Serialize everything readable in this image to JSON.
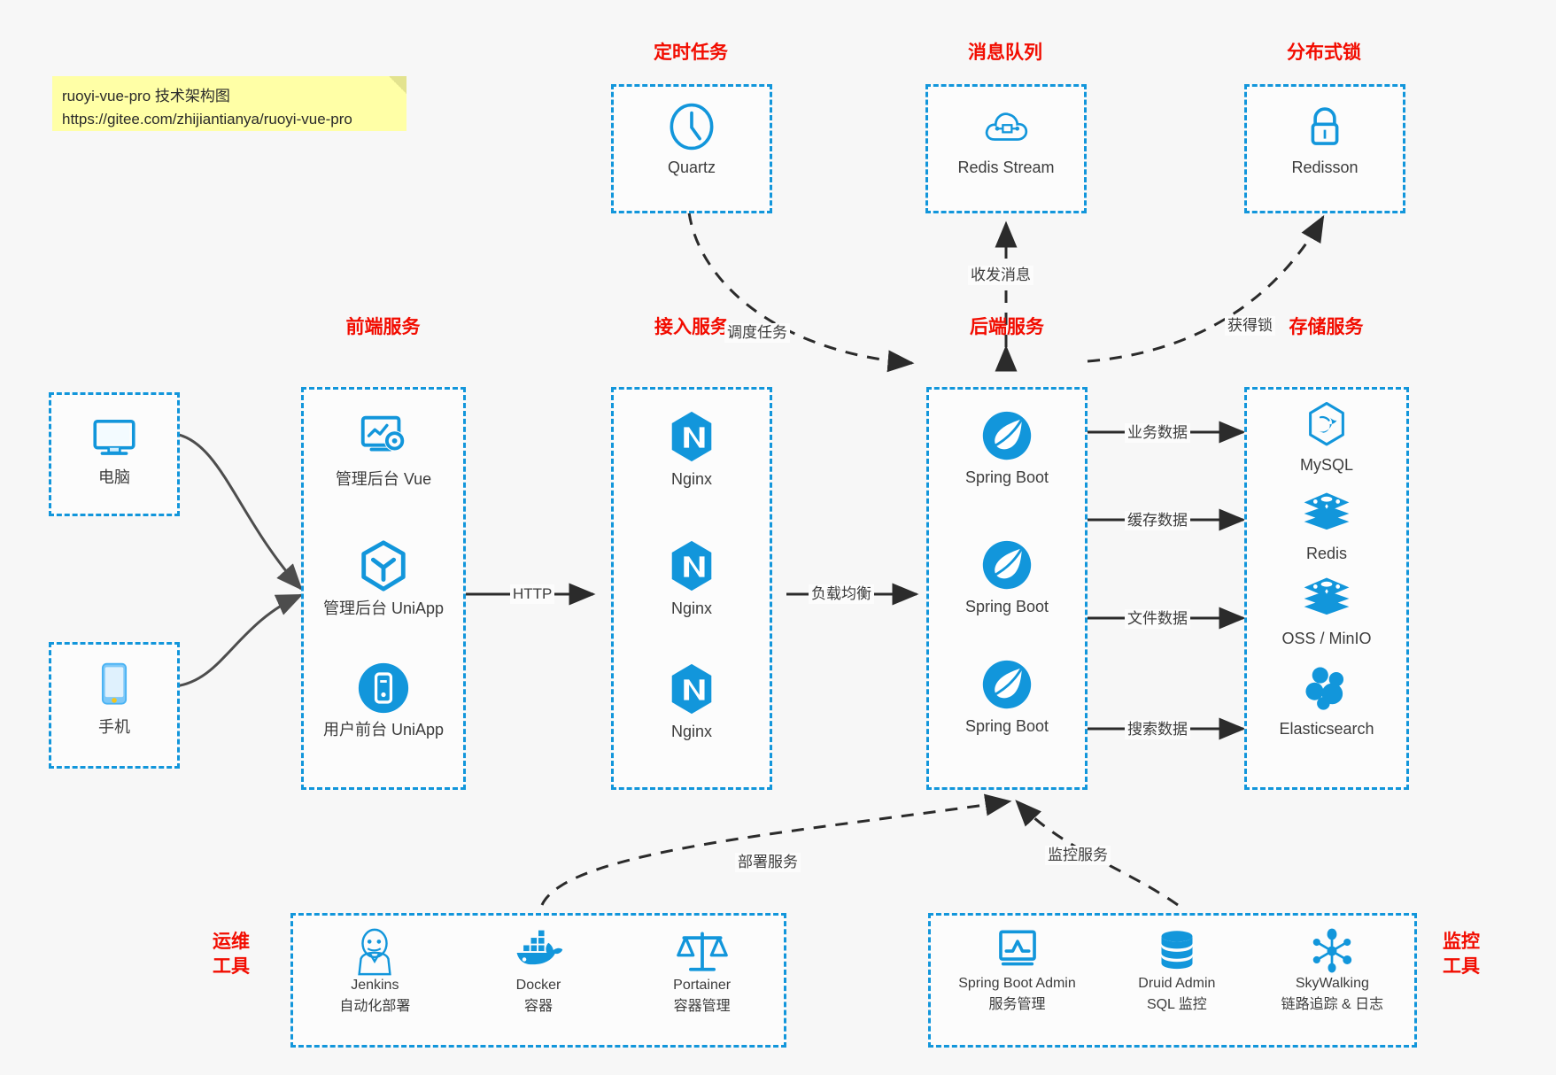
{
  "note": {
    "line1": "ruoyi-vue-pro 技术架构图",
    "line2": "https://gitee.com/zhijiantianya/ruoyi-vue-pro"
  },
  "colors": {
    "accent": "#1296db",
    "title": "#f20c00",
    "text": "#3c3c3c",
    "background": "#f7f7f7",
    "note_bg": "#ffffa6",
    "edge": "#2b2b2b"
  },
  "groups": {
    "scheduled_task": {
      "title": "定时任务",
      "nodes": [
        {
          "label": "Quartz",
          "icon": "clock-icon"
        }
      ]
    },
    "message_queue": {
      "title": "消息队列",
      "nodes": [
        {
          "label": "Redis Stream",
          "icon": "cloud-stream-icon"
        }
      ]
    },
    "distributed_lock": {
      "title": "分布式锁",
      "nodes": [
        {
          "label": "Redisson",
          "icon": "lock-icon"
        }
      ]
    },
    "clients": {
      "nodes": [
        {
          "label": "电脑",
          "icon": "desktop-icon"
        },
        {
          "label": "手机",
          "icon": "mobile-icon"
        }
      ]
    },
    "frontend": {
      "title": "前端服务",
      "nodes": [
        {
          "label": "管理后台 Vue",
          "icon": "dashboard-settings-icon"
        },
        {
          "label": "管理后台 UniApp",
          "icon": "cube-icon"
        },
        {
          "label": "用户前台 UniApp",
          "icon": "app-circle-icon"
        }
      ]
    },
    "gateway": {
      "title": "接入服务",
      "nodes": [
        {
          "label": "Nginx",
          "icon": "nginx-icon"
        },
        {
          "label": "Nginx",
          "icon": "nginx-icon"
        },
        {
          "label": "Nginx",
          "icon": "nginx-icon"
        }
      ]
    },
    "backend": {
      "title": "后端服务",
      "nodes": [
        {
          "label": "Spring Boot",
          "icon": "spring-boot-icon"
        },
        {
          "label": "Spring Boot",
          "icon": "spring-boot-icon"
        },
        {
          "label": "Spring Boot",
          "icon": "spring-boot-icon"
        }
      ]
    },
    "storage": {
      "title": "存储服务",
      "nodes": [
        {
          "label": "MySQL",
          "icon": "mysql-icon"
        },
        {
          "label": "Redis",
          "icon": "redis-icon"
        },
        {
          "label": "OSS / MinIO",
          "icon": "oss-icon"
        },
        {
          "label": "Elasticsearch",
          "icon": "elasticsearch-icon"
        }
      ]
    },
    "devops": {
      "title": "运维\n工具",
      "title_line1": "运维",
      "title_line2": "工具",
      "nodes": [
        {
          "label": "Jenkins",
          "sublabel": "自动化部署",
          "icon": "jenkins-icon"
        },
        {
          "label": "Docker",
          "sublabel": "容器",
          "icon": "docker-icon"
        },
        {
          "label": "Portainer",
          "sublabel": "容器管理",
          "icon": "scale-icon"
        }
      ]
    },
    "monitoring": {
      "title_line1": "监控",
      "title_line2": "工具",
      "nodes": [
        {
          "label": "Spring Boot Admin",
          "sublabel": "服务管理",
          "icon": "monitor-chart-icon"
        },
        {
          "label": "Druid Admin",
          "sublabel": "SQL 监控",
          "icon": "database-icon"
        },
        {
          "label": "SkyWalking",
          "sublabel": "链路追踪 & 日志",
          "icon": "skywalking-icon"
        }
      ]
    }
  },
  "edges": [
    {
      "id": "http",
      "label": "HTTP"
    },
    {
      "id": "load-balance",
      "label": "负载均衡"
    },
    {
      "id": "schedule-task",
      "label": "调度任务"
    },
    {
      "id": "send-receive-message",
      "label": "收发消息"
    },
    {
      "id": "acquire-lock",
      "label": "获得锁"
    },
    {
      "id": "business-data",
      "label": "业务数据"
    },
    {
      "id": "cache-data",
      "label": "缓存数据"
    },
    {
      "id": "file-data",
      "label": "文件数据"
    },
    {
      "id": "search-data",
      "label": "搜索数据"
    },
    {
      "id": "deploy-service",
      "label": "部署服务"
    },
    {
      "id": "monitor-service",
      "label": "监控服务"
    }
  ]
}
